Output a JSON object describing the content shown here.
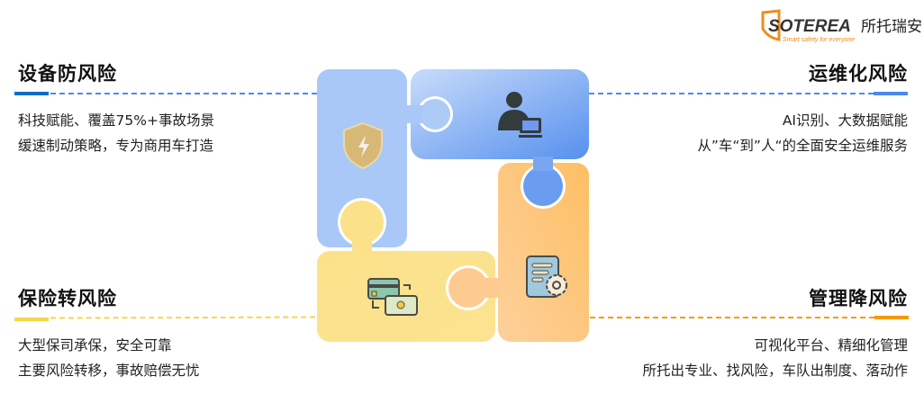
{
  "logo": {
    "brand": "SOTEREA",
    "chinese": "所托瑞安",
    "tagline": "Smart safety for everyone"
  },
  "sections": {
    "top_left": {
      "title": "设备防风险",
      "lines": [
        "科技赋能、覆盖75%+事故场景",
        "缓速制动策略，专为商用车打造"
      ],
      "color": "#4a8af0",
      "icon": "shield-lightning-icon"
    },
    "top_right": {
      "title": "运维化风险",
      "lines": [
        "AI识别、大数据赋能",
        "从”车“到”人“的全面安全运维服务"
      ],
      "color": "#4a8af0",
      "icon": "operator-computer-icon"
    },
    "bottom_left": {
      "title": "保险转风险",
      "lines": [
        "大型保司承保，安全可靠",
        "主要风险转移，事故赔偿无忧"
      ],
      "color": "#f8d44c",
      "icon": "payment-transfer-icon"
    },
    "bottom_right": {
      "title": "管理降风险",
      "lines": [
        "可视化平台、精细化管理",
        "所托出专业、找风险，车队出制度、落动作"
      ],
      "color": "#f59a0c",
      "icon": "document-gear-icon"
    }
  }
}
